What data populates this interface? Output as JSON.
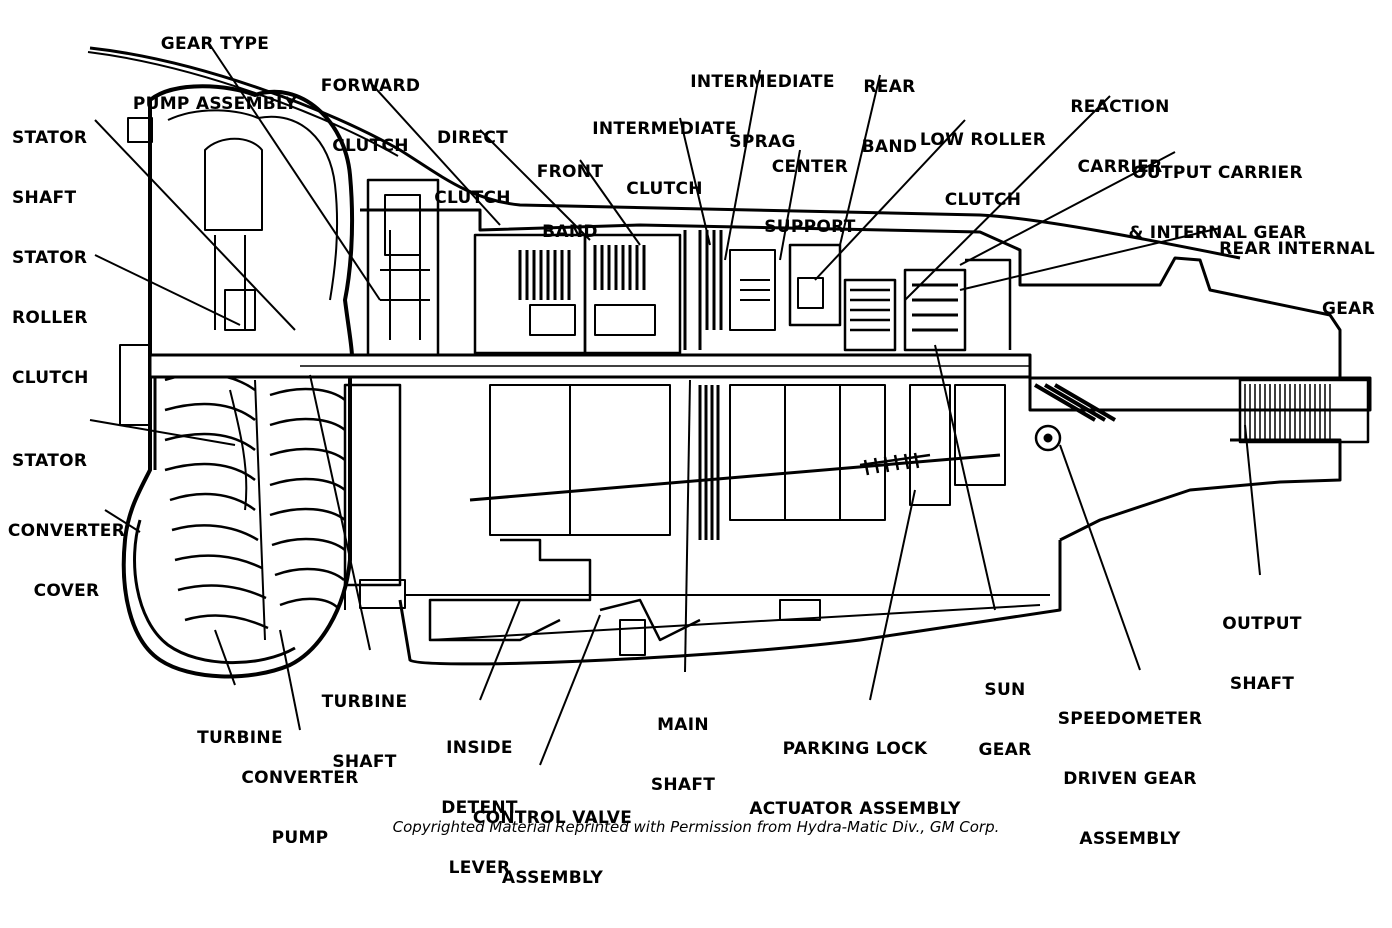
{
  "diagram": {
    "labels": [
      {
        "id": "gear-type-pump-assembly",
        "lines": [
          "GEAR TYPE",
          "PUMP ASSEMBLY"
        ]
      },
      {
        "id": "forward-clutch",
        "lines": [
          "FORWARD",
          "CLUTCH"
        ]
      },
      {
        "id": "stator-shaft",
        "lines": [
          "STATOR",
          "SHAFT"
        ]
      },
      {
        "id": "direct-clutch",
        "lines": [
          "DIRECT",
          "CLUTCH"
        ]
      },
      {
        "id": "intermediate-sprag",
        "lines": [
          "INTERMEDIATE",
          "SPRAG"
        ]
      },
      {
        "id": "rear-band",
        "lines": [
          "REAR",
          "BAND"
        ]
      },
      {
        "id": "reaction-carrier",
        "lines": [
          "REACTION",
          "CARRIER"
        ]
      },
      {
        "id": "intermediate-clutch",
        "lines": [
          "INTERMEDIATE",
          "CLUTCH"
        ]
      },
      {
        "id": "low-roller-clutch",
        "lines": [
          "LOW ROLLER",
          "CLUTCH"
        ]
      },
      {
        "id": "front-band",
        "lines": [
          "FRONT",
          "BAND"
        ]
      },
      {
        "id": "center-support",
        "lines": [
          "CENTER",
          "SUPPORT"
        ]
      },
      {
        "id": "output-carrier-internal-gear",
        "lines": [
          "OUTPUT CARRIER",
          "& INTERNAL GEAR"
        ]
      },
      {
        "id": "stator-roller-clutch",
        "lines": [
          "STATOR",
          "ROLLER",
          "CLUTCH"
        ]
      },
      {
        "id": "rear-internal-gear",
        "lines": [
          "REAR INTERNAL",
          "GEAR"
        ]
      },
      {
        "id": "stator",
        "lines": [
          "STATOR"
        ]
      },
      {
        "id": "converter-cover",
        "lines": [
          "CONVERTER",
          "COVER"
        ]
      },
      {
        "id": "output-shaft",
        "lines": [
          "OUTPUT",
          "SHAFT"
        ]
      },
      {
        "id": "sun-gear",
        "lines": [
          "SUN",
          "GEAR"
        ]
      },
      {
        "id": "speedometer-driven-gear-assembly",
        "lines": [
          "SPEEDOMETER",
          "DRIVEN GEAR",
          "ASSEMBLY"
        ]
      },
      {
        "id": "turbine-shaft",
        "lines": [
          "TURBINE",
          "SHAFT"
        ]
      },
      {
        "id": "main-shaft",
        "lines": [
          "MAIN",
          "SHAFT"
        ]
      },
      {
        "id": "turbine",
        "lines": [
          "TURBINE"
        ]
      },
      {
        "id": "inside-detent-lever",
        "lines": [
          "INSIDE",
          "DETENT",
          "LEVER"
        ]
      },
      {
        "id": "parking-lock-actuator-assembly",
        "lines": [
          "PARKING LOCK",
          "ACTUATOR ASSEMBLY"
        ]
      },
      {
        "id": "converter-pump",
        "lines": [
          "CONVERTER",
          "PUMP"
        ]
      },
      {
        "id": "control-valve-assembly",
        "lines": [
          "CONTROL VALVE",
          "ASSEMBLY"
        ]
      }
    ]
  },
  "credit": "Copyrighted Material Reprinted with Permission from Hydra-Matic Div., GM Corp."
}
